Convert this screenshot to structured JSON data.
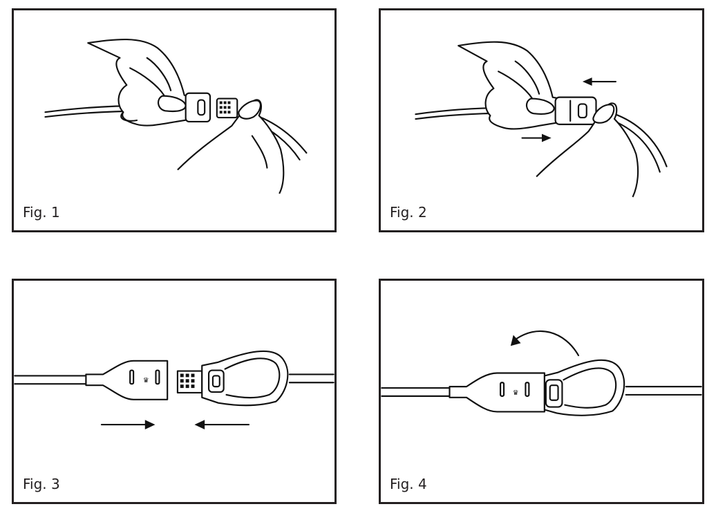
{
  "figures": [
    {
      "label": "Fig. 1"
    },
    {
      "label": "Fig. 2"
    },
    {
      "label": "Fig. 3"
    },
    {
      "label": "Fig. 4"
    }
  ]
}
